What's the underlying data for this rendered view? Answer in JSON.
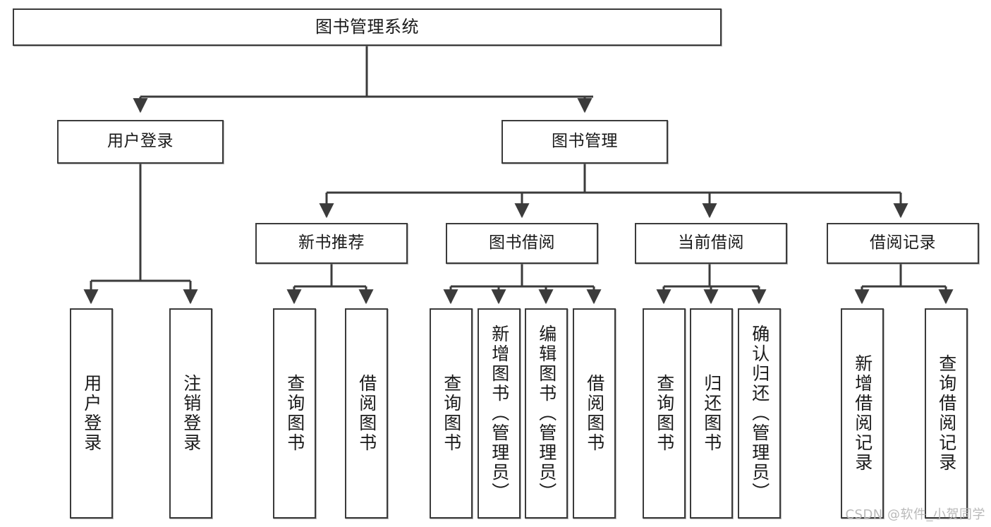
{
  "diagram": {
    "type": "tree-hierarchy-diagram",
    "title": "图书管理系统",
    "line_color": "#3b3b3b",
    "box_fill": "#ffffff",
    "text_color": "#1a1a1a",
    "watermark": "CSDN @软件_小贺同学",
    "nodes": {
      "root": {
        "label": "图书管理系统"
      },
      "level2": [
        {
          "id": "user-login",
          "label": "用户登录"
        },
        {
          "id": "book-manage",
          "label": "图书管理"
        }
      ],
      "level3": [
        {
          "id": "new-book-recommend",
          "label": "新书推荐"
        },
        {
          "id": "book-borrow",
          "label": "图书借阅"
        },
        {
          "id": "current-borrow",
          "label": "当前借阅"
        },
        {
          "id": "borrow-record",
          "label": "借阅记录"
        }
      ],
      "leaves": {
        "user_login": [
          {
            "id": "leaf-user-login",
            "label": "用户登录"
          },
          {
            "id": "leaf-logout-login",
            "label": "注销登录"
          }
        ],
        "new_book_recommend": [
          {
            "id": "leaf-query-book-1",
            "label": "查询图书"
          },
          {
            "id": "leaf-borrow-book-1",
            "label": "借阅图书"
          }
        ],
        "book_borrow": [
          {
            "id": "leaf-query-book-2",
            "label": "查询图书"
          },
          {
            "id": "leaf-add-book",
            "label": "新增图书（管理员）"
          },
          {
            "id": "leaf-edit-book",
            "label": "编辑图书（管理员）"
          },
          {
            "id": "leaf-borrow-book-2",
            "label": "借阅图书"
          }
        ],
        "current_borrow": [
          {
            "id": "leaf-query-book-3",
            "label": "查询图书"
          },
          {
            "id": "leaf-return-book",
            "label": "归还图书"
          },
          {
            "id": "leaf-confirm-return",
            "label": "确认归还（管理员）"
          }
        ],
        "borrow_record": [
          {
            "id": "leaf-add-record",
            "label": "新增借阅记录"
          },
          {
            "id": "leaf-query-record",
            "label": "查询借阅记录"
          }
        ]
      }
    }
  }
}
